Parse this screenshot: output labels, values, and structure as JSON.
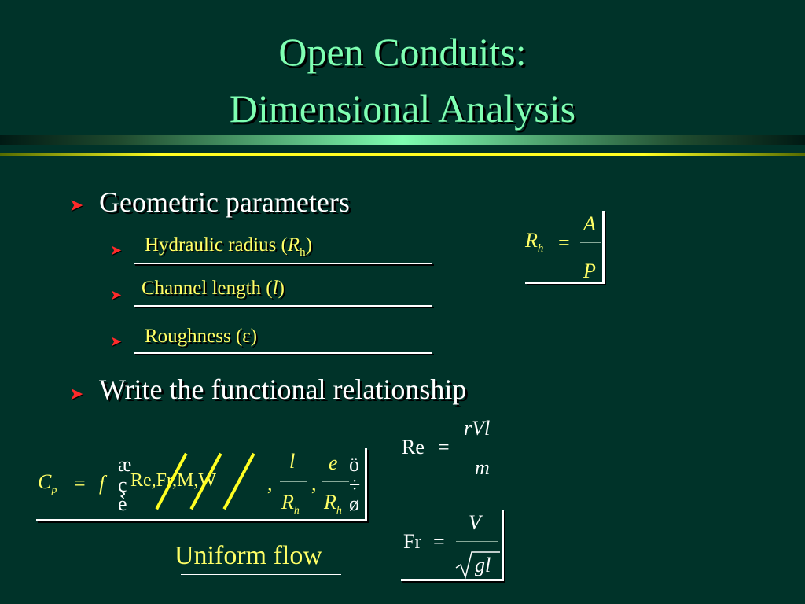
{
  "title": {
    "line1": "Open Conduits:",
    "line2": "Dimensional Analysis"
  },
  "bullets": {
    "geometric": "Geometric parameters",
    "hydraulic_radius": "Hydraulic radius (",
    "hydraulic_symbol": "R",
    "hydraulic_sub": "h",
    "hydraulic_close": ")",
    "channel_length": "Channel length (",
    "channel_symbol": "l",
    "channel_close": ")",
    "roughness": "Roughness (ε)",
    "functional": "Write the functional relationship"
  },
  "eq_rh": {
    "lhs": "R",
    "lhs_sub": "h",
    "equals": "=",
    "num": "A",
    "den": "P"
  },
  "eq_re": {
    "lhs": "Re",
    "equals": "=",
    "num": "rVl",
    "den": "m"
  },
  "eq_fr": {
    "lhs": "Fr",
    "equals": "=",
    "num": "V",
    "den": "gl"
  },
  "eq_cp": {
    "lhs": "C",
    "lhs_sub": "p",
    "equals": "=",
    "f": "f",
    "open_top": "æ",
    "open_mid": "ç",
    "open_bot": "è",
    "args": "Re,Fr,M,W",
    "comma": ",",
    "l": "l",
    "rh": "R",
    "rh_sub": "h",
    "eps": "e",
    "close_top": "ö",
    "close_mid": "÷",
    "close_bot": "ø"
  },
  "caption": "Uniform flow",
  "colors": {
    "background": "#003329",
    "title": "#7fffb2",
    "level1_text": "#ffffff",
    "level2_text": "#ffff66",
    "bullet": "#ff2a2a",
    "rule_yellow": "#ffff22"
  },
  "icons": {
    "bullet": "arrowhead-bullet-icon",
    "strike": "strike-slash-icon"
  }
}
